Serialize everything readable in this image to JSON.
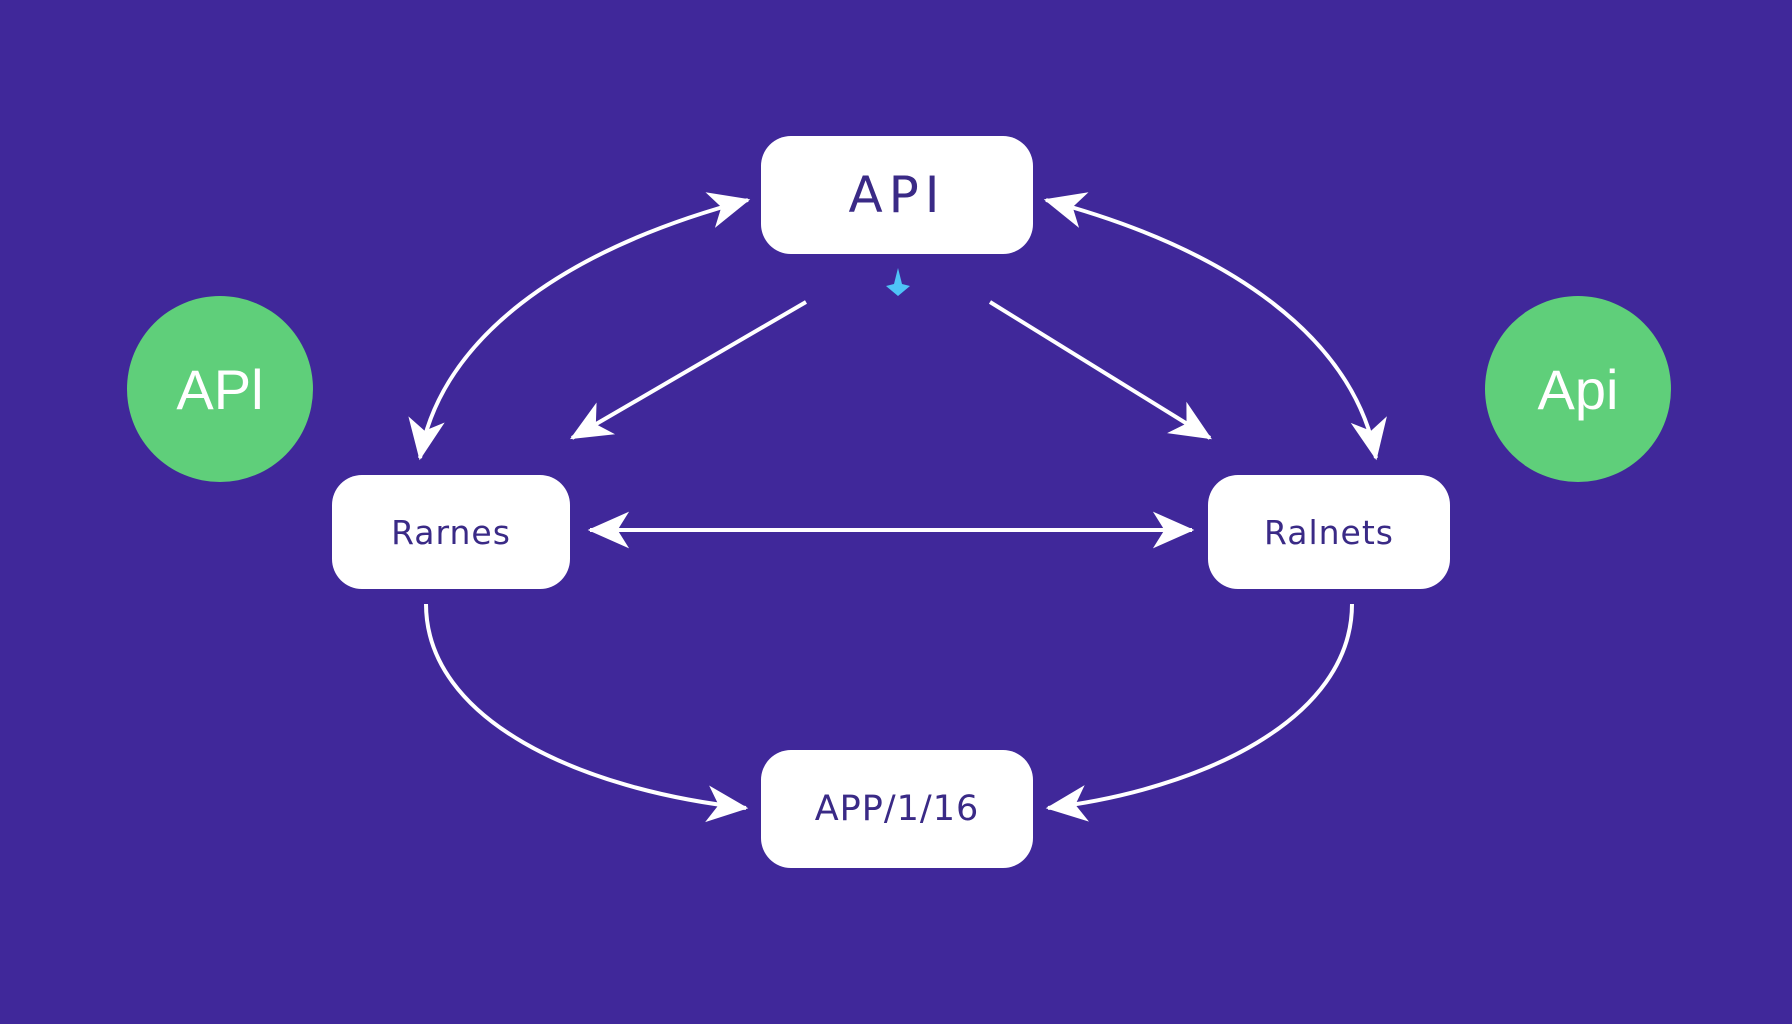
{
  "nodes": {
    "top": "API",
    "left": "Rarnes",
    "right": "Ralnets",
    "bottom": "APP/1/16"
  },
  "badges": {
    "left": "APl",
    "right": "Api"
  },
  "colors": {
    "background": "#40289a",
    "node_fill": "#ffffff",
    "node_text": "#3a2a86",
    "badge_fill": "#5fcf7a",
    "connector": "#ffffff",
    "accent_arrow": "#4fc3f7"
  },
  "edges": [
    {
      "from": "top",
      "to": "left",
      "direction": "both"
    },
    {
      "from": "top",
      "to": "right",
      "direction": "both"
    },
    {
      "from": "top",
      "to": "left",
      "direction": "to"
    },
    {
      "from": "top",
      "to": "right",
      "direction": "to"
    },
    {
      "from": "left",
      "to": "right",
      "direction": "both"
    },
    {
      "from": "left",
      "to": "bottom",
      "direction": "to"
    },
    {
      "from": "right",
      "to": "bottom",
      "direction": "to"
    }
  ]
}
